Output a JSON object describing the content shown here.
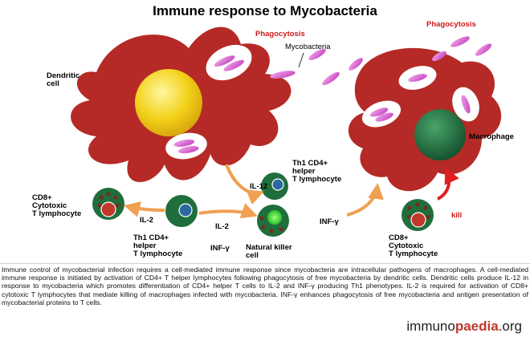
{
  "title": "Immune response to Mycobacteria",
  "labels": {
    "phagocytosis_left": "Phagocytosis",
    "phagocytosis_right": "Phagocytosis",
    "mycobacteria": "Mycobacteria",
    "dendritic_cell": "Dendritic\ncell",
    "macrophage": "Macrophage",
    "il12": "IL-12",
    "th1_right": "Th1 CD4+\nhelper\nT lymphocyte",
    "cd8_left": "CD8+\nCytotoxic\nT lymphocyte",
    "il2_left": "IL-2",
    "il2_mid": "IL-2",
    "th1_left": "Th1 CD4+\nhelper\nT lymphocyte",
    "inf_left": "INF-γ",
    "nk_cell": "Natural killer\ncell",
    "inf_right": "INF-γ",
    "kill": "kill",
    "cd8_right": "CD8+\nCytotoxic\nT lymphocyte"
  },
  "description": "Immune control of mycobacterial infection requires a cell-mediated immune response since mycobacteria are intracellular pathogens of macrophages. A cell-mediated immune response is initiated by activation of CD4+ T helper lymphocytes following phagocytosis of free mycobacteria by dendritic cells. Dendritic cells produce IL-12 in response to mycobacteria which promotes differentiation of CD4+ helper T cells to IL-2 and INF-γ producing Th1 phenotypes. IL-2 is required for activation of CD8+ cytotoxic T lymphocytes that mediate killing of macrophages infected with mycobacteria. INF-γ enhances phagocytosis of free mycobacteria and antigen presentation of mycobacterial proteins to T cells.",
  "logo": {
    "prefix": "immuno",
    "accent": "paedia",
    "suffix": ".org"
  },
  "colors": {
    "cell_red": "#b52a26",
    "nucleus_yellow": "#f3d21a",
    "nucleus_green": "#1f6e3c",
    "bacteria": "#d85ad0",
    "arrow_orange": "#f0a050",
    "kill_red": "#e02020"
  }
}
